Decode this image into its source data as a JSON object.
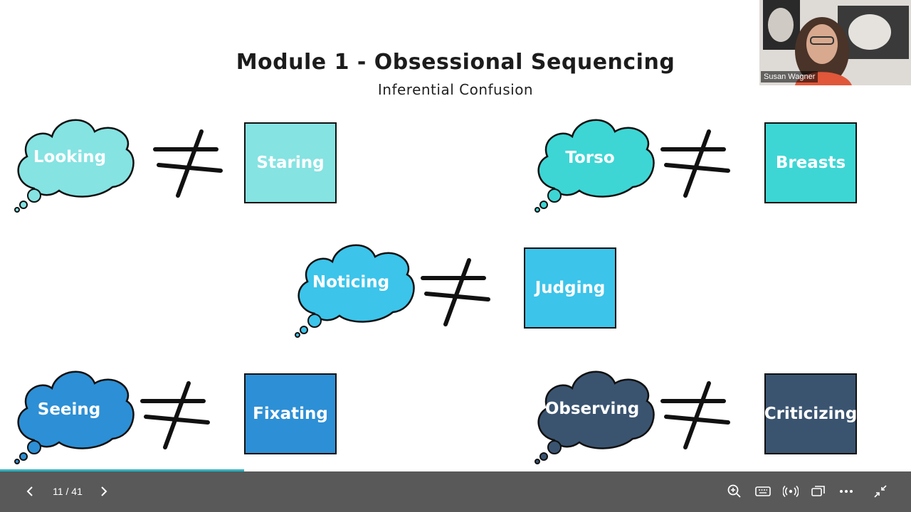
{
  "slide": {
    "title": "Module 1 - Obsessional Sequencing",
    "subtitle": "Inferential Confusion",
    "pairs": [
      {
        "thought": "Looking",
        "action": "Staring",
        "color": "#85e3e2"
      },
      {
        "thought": "Torso",
        "action": "Breasts",
        "color": "#3dd6d4"
      },
      {
        "thought": "Noticing",
        "action": "Judging",
        "color": "#3cc4ea"
      },
      {
        "thought": "Seeing",
        "action": "Fixating",
        "color": "#2d8fd5"
      },
      {
        "thought": "Observing",
        "action": "Criticizing",
        "color": "#3a5470"
      }
    ]
  },
  "participant": {
    "name": "Susan Wagner"
  },
  "toolbar": {
    "page_indicator": "11 / 41",
    "progress": 0.268
  }
}
